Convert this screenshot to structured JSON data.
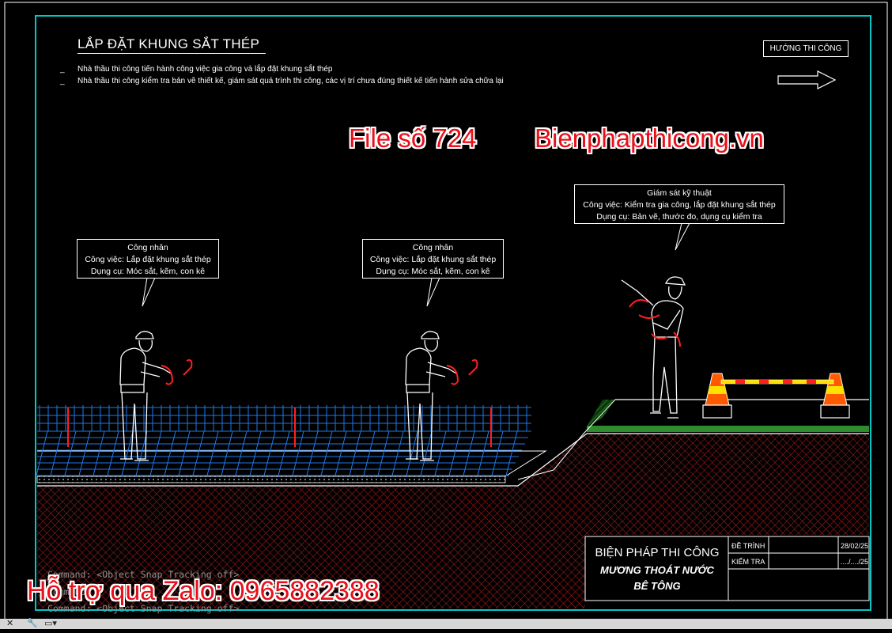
{
  "drawing": {
    "title": "LẮP ĐẶT KHUNG SẮT THÉP",
    "bullets": [
      "_",
      "_"
    ],
    "notes": [
      "Nhà thầu thi công tiến hành công việc gia công và lắp đặt khung sắt thép",
      "Nhà thầu thi công kiểm tra bản vẽ thiết kế, giám sát quá trình thi công, các vị trí chưa đúng thiết kế tiến hành sửa chữa lại"
    ],
    "direction_label": "HƯỚNG THI CÔNG"
  },
  "callouts": [
    {
      "lines": [
        "Công nhân",
        "Công việc: Lắp đặt khung sắt thép",
        "Dụng cụ: Móc sắt, kẽm, con kê"
      ]
    },
    {
      "lines": [
        "Công nhân",
        "Công việc: Lắp đặt khung sắt thép",
        "Dụng cụ: Móc sắt, kẽm, con kê"
      ]
    },
    {
      "lines": [
        "Giám sát kỹ thuật",
        "Công việc: Kiểm tra gia công, lắp đặt khung sắt thép",
        "Dụng cụ: Bản vẽ, thước đo, dụng cụ kiểm tra"
      ]
    }
  ],
  "watermarks": {
    "file": "File số 724",
    "site": "Bienphapthicong.vn",
    "zalo": "Hỗ trợ qua Zalo: 0965882388"
  },
  "command_lines": [
    "Command: <Object Snap Tracking off>",
    "Command:",
    "Command: <Object Snap Tracking off>"
  ],
  "title_block": {
    "line1": "BIỆN PHÁP THI CÔNG",
    "line2": "MƯƠNG THOÁT NƯỚC",
    "line3": "BÊ TÔNG",
    "submit_label": "ĐỀ TRÌNH",
    "submit_date": "28/02/25",
    "check_label": "KIỂM TRA",
    "check_date": "..../..../25"
  },
  "colors": {
    "frame": "#00c8c8",
    "rebar_mesh": "#1e90ff",
    "soil_hatch": "#b22222",
    "grass": "#2e8b2e",
    "marker_red": "#ff2020",
    "cone_orange": "#ff5a00",
    "cone_yellow": "#ffe000"
  },
  "icons": {
    "direction": "right-arrow-icon",
    "worker": "worker-figure-icon",
    "supervisor": "supervisor-figure-icon",
    "cone": "traffic-cone-icon"
  }
}
